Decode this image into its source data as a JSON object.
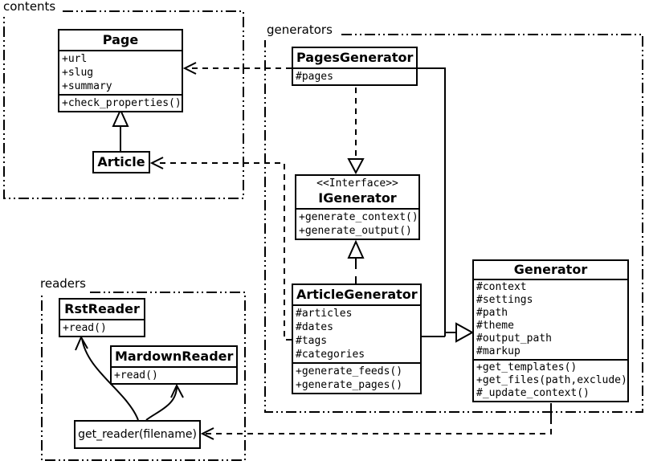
{
  "diagram": {
    "packages": [
      {
        "id": "contents",
        "label": "contents"
      },
      {
        "id": "generators",
        "label": "generators"
      },
      {
        "id": "readers",
        "label": "readers"
      }
    ],
    "classes": {
      "page": {
        "name": "Page",
        "attrs": [
          "+url",
          "+slug",
          "+summary"
        ],
        "methods": [
          "+check_properties()"
        ]
      },
      "article": {
        "name": "Article"
      },
      "pagesGenerator": {
        "name": "PagesGenerator",
        "attrs": [
          "#pages"
        ]
      },
      "iGenerator": {
        "stereotype": "<<Interface>>",
        "name": "IGenerator",
        "methods": [
          "+generate_context()",
          "+generate_output()"
        ]
      },
      "articleGenerator": {
        "name": "ArticleGenerator",
        "attrs": [
          "#articles",
          "#dates",
          "#tags",
          "#categories"
        ],
        "methods": [
          "+generate_feeds()",
          "+generate_pages()"
        ]
      },
      "generator": {
        "name": "Generator",
        "attrs": [
          "#context",
          "#settings",
          "#path",
          "#theme",
          "#output_path",
          "#markup"
        ],
        "methods": [
          "+get_templates()",
          "+get_files(path,exclude)",
          "#_update_context()"
        ]
      },
      "rstReader": {
        "name": "RstReader",
        "methods": [
          "+read()"
        ]
      },
      "markdownReader": {
        "name": "MardownReader",
        "methods": [
          "+read()"
        ]
      },
      "getReader": {
        "label": "get_reader(filename)"
      }
    },
    "colors": {
      "line": "#000000",
      "background": "#ffffff"
    }
  }
}
